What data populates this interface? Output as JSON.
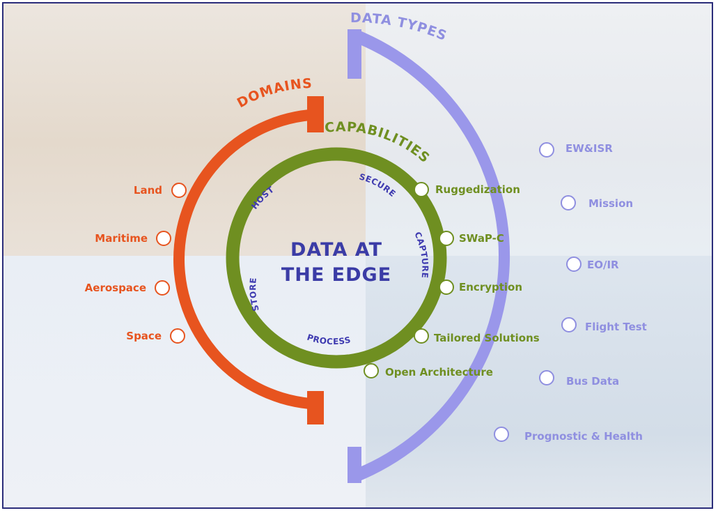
{
  "center": {
    "line1": "DATA AT",
    "line2": "THE EDGE"
  },
  "rings": {
    "domains": {
      "title": "DOMAINS",
      "color": "#e7541f"
    },
    "capabilities": {
      "title": "CAPABILITIES",
      "color": "#6f8f21"
    },
    "data_types": {
      "title": "DATA TYPES",
      "color": "#8f8fe0"
    }
  },
  "inner_words": {
    "host": "HOST",
    "secure": "SECURE",
    "capture": "CAPTURE",
    "process": "PROCESS",
    "store": "STORE"
  },
  "domains": [
    "Land",
    "Maritime",
    "Aerospace",
    "Space"
  ],
  "capabilities": [
    "Ruggedization",
    "SWaP-C",
    "Encryption",
    "Tailored Solutions",
    "Open Architecture"
  ],
  "data_types": [
    "EW&ISR",
    "Mission",
    "EO/IR",
    "Flight Test",
    "Bus Data",
    "Prognostic & Health"
  ]
}
